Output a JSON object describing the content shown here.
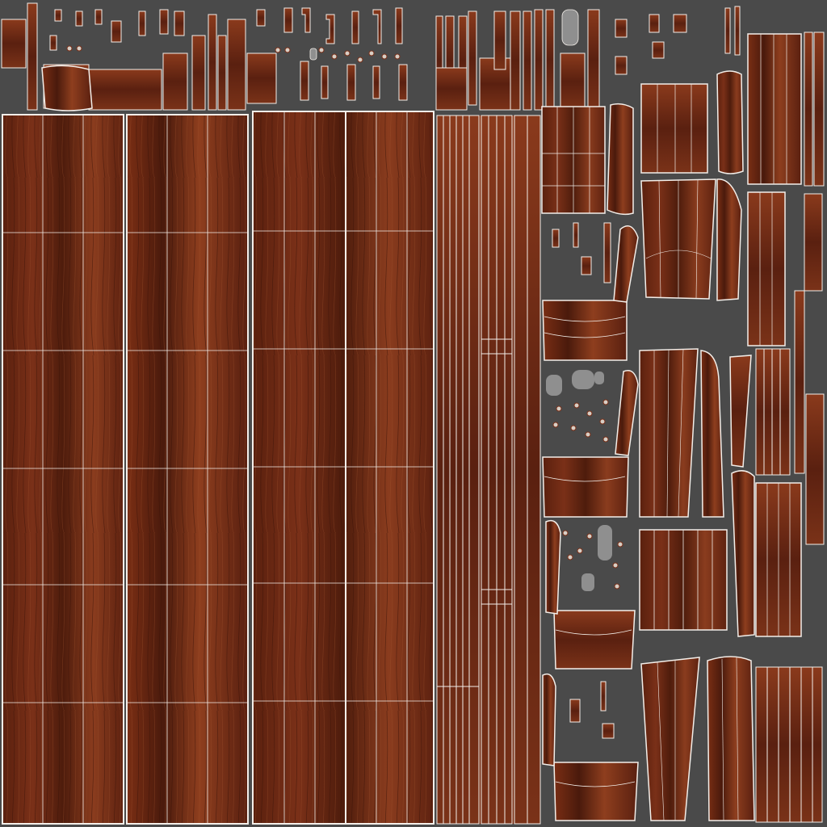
{
  "canvas": {
    "background": "#4a4a4a",
    "wireframe_color": "#f3eee9",
    "wood_dark": "#4a1a0c",
    "wood_mid": "#7a3018",
    "wood_light": "#9a4826",
    "hardware_grey": "#8f8f8f"
  },
  "island_types": [
    "wood-plank-panel",
    "thin-trim-strip",
    "curved-leg-shell",
    "hardware-pieces",
    "small-fastener"
  ]
}
